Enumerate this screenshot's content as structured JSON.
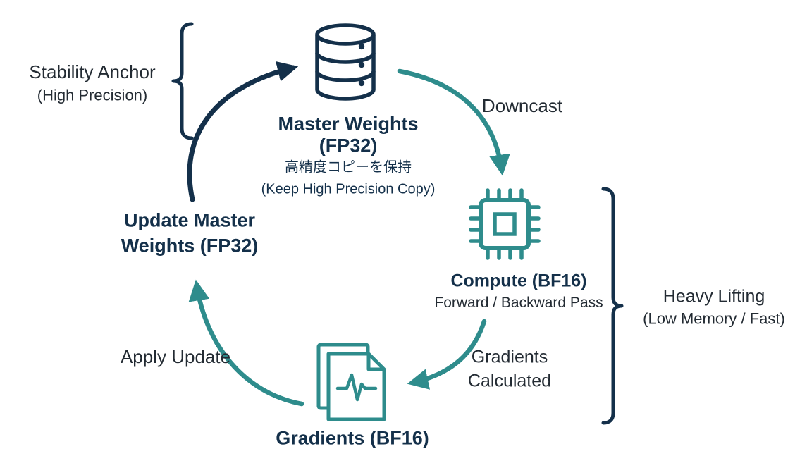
{
  "colors": {
    "teal": "#2E8C8C",
    "navy": "#14304A",
    "text": "#232B33"
  },
  "nodes": {
    "master_weights": {
      "title": "Master Weights",
      "subtitle": "(FP32)",
      "note_ja": "高精度コピーを保持",
      "note_en": "(Keep High Precision Copy)",
      "icon": "database-icon"
    },
    "compute": {
      "title": "Compute (BF16)",
      "subtitle": "Forward / Backward Pass",
      "icon": "chip-icon"
    },
    "gradients": {
      "title": "Gradients (BF16)",
      "icon": "document-waveform-icon"
    },
    "update_master": {
      "line1": "Update Master",
      "line2": "Weights (FP32)"
    }
  },
  "edges": {
    "downcast": {
      "label": "Downcast"
    },
    "gradients_calculated": {
      "line1": "Gradients",
      "line2": "Calculated"
    },
    "apply_update": {
      "label": "Apply Update"
    }
  },
  "annotations": {
    "stability_anchor": {
      "line1": "Stability Anchor",
      "line2": "(High Precision)"
    },
    "heavy_lifting": {
      "line1": "Heavy Lifting",
      "line2": "(Low Memory / Fast)"
    }
  }
}
